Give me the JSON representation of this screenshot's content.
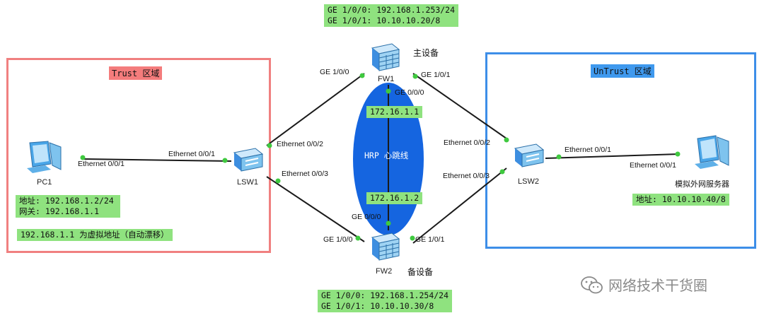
{
  "zones": {
    "trust": "Trust 区域",
    "untrust": "UnTrust 区域"
  },
  "devices": {
    "pc1": "PC1",
    "lsw1": "LSW1",
    "lsw2": "LSW2",
    "fw1": "FW1",
    "fw2": "FW2",
    "server": "模拟外网服务器"
  },
  "roles": {
    "master": "主设备",
    "backup": "备设备"
  },
  "fw1_info": [
    "GE 1/0/0: 192.168.1.253/24",
    "GE 1/0/1: 10.10.10.20/8"
  ],
  "fw2_info": [
    "GE 1/0/0: 192.168.1.254/24",
    "GE 1/0/1: 10.10.10.30/8"
  ],
  "pc_info": {
    "address": "地址: 192.168.1.2/24",
    "gateway": "网关: 192.168.1.1",
    "vip_note": "192.168.1.1 为虚拟地址（自动漂移）"
  },
  "server_info": "地址: 10.10.10.40/8",
  "hrp": {
    "ip_top": "172.16.1.1",
    "label": "HRP 心跳线",
    "ip_bottom": "172.16.1.2"
  },
  "ports": {
    "pc1_e001": "Ethernet 0/0/1",
    "lsw1_e001": "Ethernet 0/0/1",
    "lsw1_e002": "Ethernet 0/0/2",
    "lsw1_e003": "Ethernet 0/0/3",
    "fw1_ge100": "GE 1/0/0",
    "fw1_ge101": "GE 1/0/1",
    "fw1_ge000": "GE 0/0/0",
    "fw2_ge100": "GE 1/0/0",
    "fw2_ge101": "GE 1/0/1",
    "fw2_ge000": "GE 0/0/0",
    "lsw2_e002": "Ethernet 0/0/2",
    "lsw2_e003": "Ethernet 0/0/3",
    "lsw2_e001": "Ethernet 0/0/1",
    "server_e001": "Ethernet 0/0/1"
  },
  "watermark": "网络技术干货圈",
  "colors": {
    "trust_border": "#f08080",
    "untrust_border": "#3d8ee8",
    "label_green": "#8fe27f",
    "hrp_blue": "#1565e0",
    "port_dot": "#3fc93f"
  }
}
